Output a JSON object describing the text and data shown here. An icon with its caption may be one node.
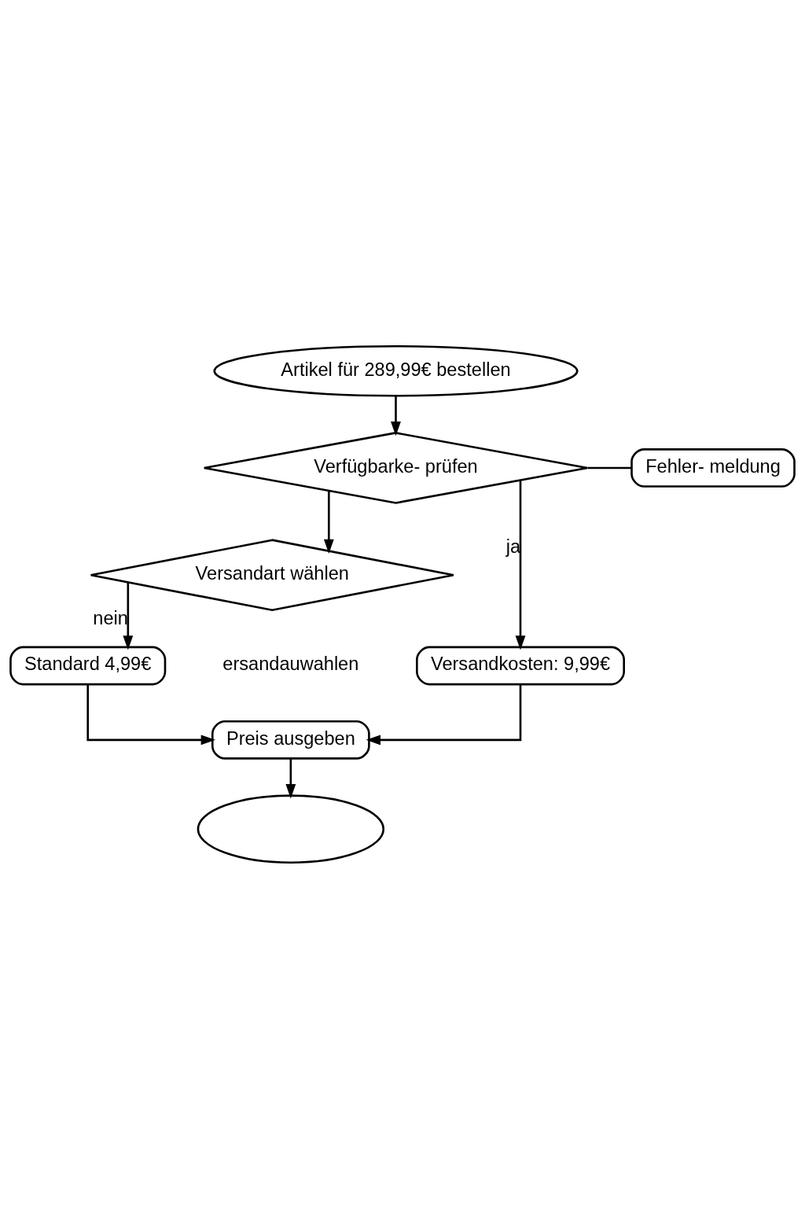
{
  "diagram": {
    "nodes": [
      {
        "text": [
          "Artikel für 289,99€ bestellen"
        ]
      },
      {
        "text": [
          "Verfügbarke- prüfen"
        ]
      },
      {
        "text": [
          "Fehler- meldung"
        ]
      },
      {
        "text": [
          "Versandart wählen"
        ]
      },
      {
        "text": [
          "Standard 4,99€"
        ]
      },
      {
        "text": [
          "Versandkosten: 9,99€"
        ]
      },
      {
        "text": [
          "Preis ausgeben"
        ]
      },
      {
        "text": [],
        "shape": "ellipse"
      }
    ],
    "edges": [
      {
        "from": 0,
        "to": 1,
        "arrow": "to"
      },
      {
        "from": 1,
        "to": 2,
        "arrow": "none"
      },
      {
        "from": 1,
        "to": 5,
        "arrow": "to",
        "label": "ja"
      },
      {
        "from": 1,
        "to": 3,
        "arrow": "to"
      },
      {
        "from": 3,
        "to": 4,
        "arrow": "to",
        "label": "nein"
      },
      {
        "from": 4,
        "to": 6,
        "arrow": "to"
      },
      {
        "from": 5,
        "to": 6,
        "arrow": "to"
      },
      {
        "from": 6,
        "to": 7,
        "arrow": "to"
      }
    ],
    "labels": [
      "ersandauwahlen"
    ]
  }
}
